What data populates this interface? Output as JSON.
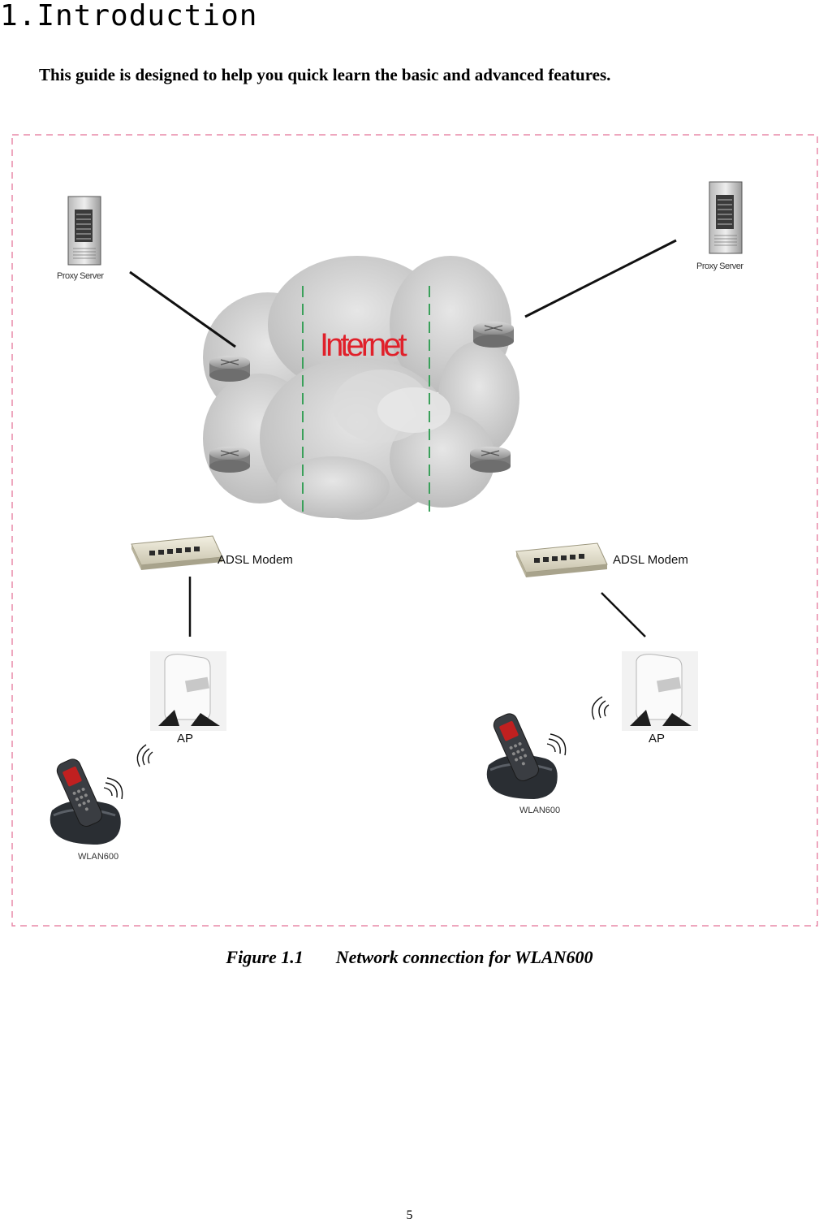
{
  "section_heading": "1.Introduction",
  "intro_text": "This guide is designed to help you quick learn the basic and advanced features.",
  "diagram": {
    "cloud_label": "Internet",
    "proxy_left_label": "Proxy Server",
    "proxy_right_label": "Proxy Server",
    "modem_left_label": "ADSL Modem",
    "modem_right_label": "ADSL Modem",
    "ap_left_label": "AP",
    "ap_right_label": "AP",
    "phone_left_label": "WLAN600",
    "phone_right_label": "WLAN600"
  },
  "caption": {
    "number": "Figure 1.1",
    "title": "Network connection for WLAN600"
  },
  "page_number": "5",
  "colors": {
    "border_dash": "#e88aa8",
    "cloud": "#cfcfcf",
    "internet_text": "#e0202a",
    "divider_green": "#3aa05a"
  }
}
